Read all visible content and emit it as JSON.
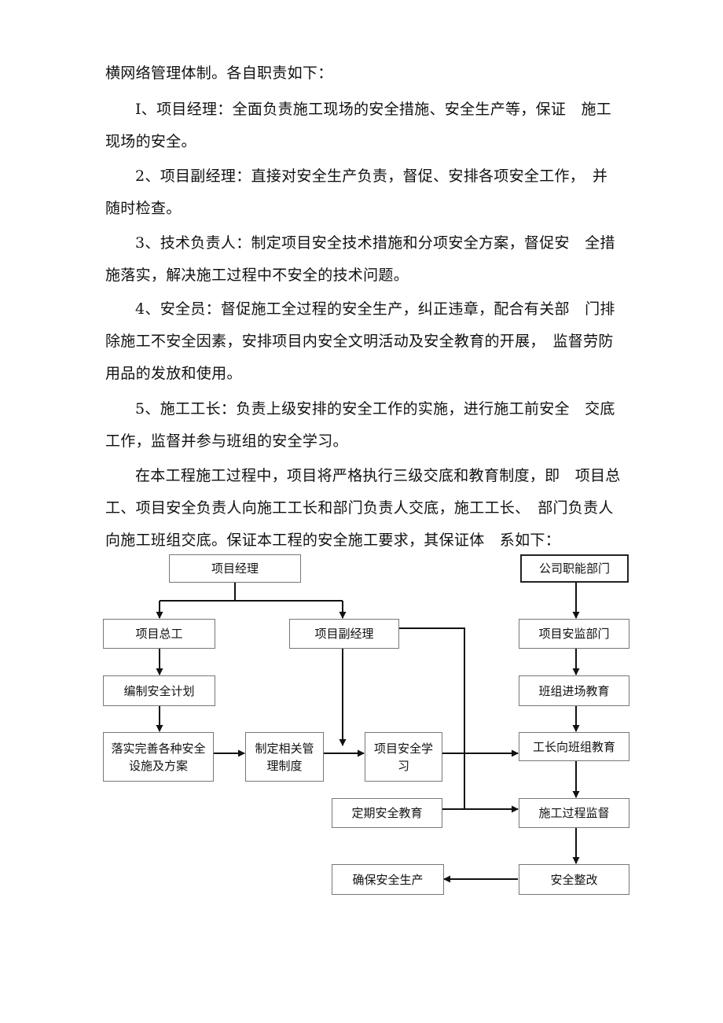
{
  "document": {
    "paragraphs": [
      {
        "id": "p0",
        "lines": [
          "横网络管理体制。各自职责如下："
        ]
      },
      {
        "id": "p1",
        "lines": [
          "I、项目经理：全面负责施工现场的安全措施、安全生产等，保证　施工",
          "现场的安全。"
        ]
      },
      {
        "id": "p2",
        "lines": [
          "2、项目副经理：直接对安全生产负责，督促、安排各项安全工作，　并",
          "随时检查。"
        ]
      },
      {
        "id": "p3",
        "lines": [
          "3、技术负责人：制定项目安全技术措施和分项安全方案，督促安　全措",
          "施落实，解决施工过程中不安全的技术问题。"
        ]
      },
      {
        "id": "p4",
        "lines": [
          "4、安全员：督促施工全过程的安全生产，纠正违章，配合有关部　门排",
          "除施工不安全因素，安排项目内安全文明活动及安全教育的开展，　监督劳防",
          "用品的发放和使用。"
        ]
      },
      {
        "id": "p5",
        "lines": [
          "5、施工工长：负责上级安排的安全工作的实施，进行施工前安全　交底",
          "工作，监督并参与班组的安全学习。"
        ]
      },
      {
        "id": "p6",
        "lines": [
          "在本工程施工过程中，项目将严格执行三级交底和教育制度，即　项目总",
          "工、项目安全负责人向施工工长和部门负责人交底，施工工长、　部门负责人",
          "向施工班组交底。保证本工程的安全施工要求，其保证体　系如下："
        ]
      }
    ]
  },
  "flowchart": {
    "nodes": {
      "project_manager": "项目经理",
      "chief_engineer": "项目总工",
      "deputy_manager": "项目副经理",
      "safety_plan": "编制安全计划",
      "facilities": "落实完善各种安全设施及方案",
      "management_rules": "制定相关管理制度",
      "safety_study": "项目安全学习",
      "periodic_education": "定期安全教育",
      "ensure_safety": "确保安全生产",
      "company_dept": "公司职能部门",
      "safety_supervision_dept": "项目安监部门",
      "team_entry_education": "班组进场教育",
      "foreman_education": "工长向班组教育",
      "process_supervision": "施工过程监督",
      "safety_rectification": "安全整改"
    }
  }
}
